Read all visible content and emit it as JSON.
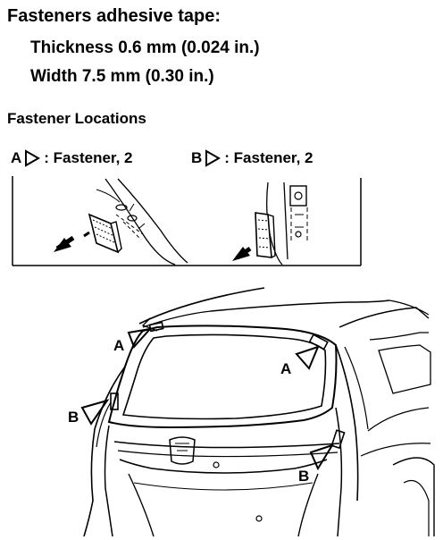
{
  "header": {
    "title": "Fasteners adhesive tape:",
    "thickness": "Thickness 0.6 mm (0.024 in.)",
    "width": "Width 7.5 mm (0.30 in.)"
  },
  "locations": {
    "title": "Fastener Locations",
    "legend": [
      {
        "letter": "A",
        "text": ": Fastener, 2"
      },
      {
        "letter": "B",
        "text": ": Fastener, 2"
      }
    ]
  },
  "callouts": {
    "a1": "A",
    "a2": "A",
    "b1": "B",
    "b2": "B"
  }
}
